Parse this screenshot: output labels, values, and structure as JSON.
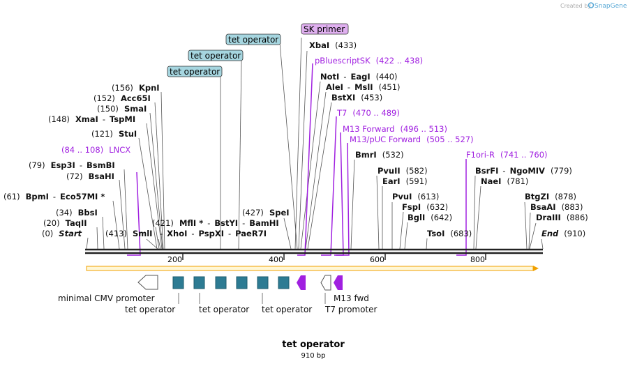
{
  "credit": {
    "text": "Created by",
    "brand": "SnapGene",
    "brand_color": "#5aa9d6"
  },
  "map": {
    "title": "tet operator",
    "length": "910 bp",
    "length_bp": 910,
    "scale_ticks": [
      "200",
      "400",
      "600",
      "800"
    ],
    "scale_tick_values": [
      200,
      400,
      600,
      800
    ]
  },
  "colors": {
    "feature_label_fill": "#a6d6e0",
    "primer_fill": "#e0b0f0",
    "primer_color": "#a020e0",
    "operator_box": "#2d7b93",
    "promoter_fill": "#ffffff",
    "backbone_stroke": "#f0a000",
    "backbone_fill": "#fff7d6"
  },
  "top_labels": {
    "tet_operator_1": "tet operator",
    "tet_operator_2": "tet operator",
    "tet_operator_3": "tet operator",
    "sk_primer": "SK primer"
  },
  "sites": [
    {
      "parts": [
        [
          "(156)",
          ""
        ],
        [
          "KpnI",
          "b"
        ]
      ]
    },
    {
      "parts": [
        [
          "(152)",
          ""
        ],
        [
          "Acc65I",
          "b"
        ]
      ]
    },
    {
      "parts": [
        [
          "(150)",
          ""
        ],
        [
          "SmaI",
          "b"
        ]
      ]
    },
    {
      "parts": [
        [
          "(148)",
          ""
        ],
        [
          "XmaI",
          "b"
        ],
        [
          "-",
          ""
        ],
        [
          "TspMI",
          "b"
        ]
      ]
    },
    {
      "parts": [
        [
          "(121)",
          ""
        ],
        [
          "StuI",
          "b"
        ]
      ]
    },
    {
      "parts": [
        [
          "(84 .. 108)",
          "p"
        ],
        [
          "LNCX",
          "p"
        ]
      ]
    },
    {
      "parts": [
        [
          "(79)",
          ""
        ],
        [
          "Esp3I",
          "b"
        ],
        [
          "-",
          ""
        ],
        [
          "BsmBI",
          "b"
        ]
      ]
    },
    {
      "parts": [
        [
          "(72)",
          ""
        ],
        [
          "BsaHI",
          "b"
        ]
      ]
    },
    {
      "parts": [
        [
          "(61)",
          ""
        ],
        [
          "BpmI",
          "b"
        ],
        [
          "-",
          ""
        ],
        [
          "Eco57MI *",
          "b"
        ]
      ]
    },
    {
      "parts": [
        [
          "(34)",
          ""
        ],
        [
          "BbsI",
          "b"
        ]
      ]
    },
    {
      "parts": [
        [
          "(20)",
          ""
        ],
        [
          "TaqII",
          "b"
        ]
      ]
    },
    {
      "parts": [
        [
          "(0)",
          ""
        ],
        [
          "Start",
          "bi"
        ]
      ]
    },
    {
      "parts": [
        [
          "(413)",
          ""
        ],
        [
          "SmlI",
          "b"
        ]
      ]
    },
    {
      "parts": [
        [
          "(421)",
          ""
        ],
        [
          "MflI *",
          "b"
        ],
        [
          "-",
          ""
        ],
        [
          "BstYI",
          "b"
        ],
        [
          "-",
          ""
        ],
        [
          "BamHI",
          "b"
        ]
      ]
    },
    {
      "parts": [
        [
          "-",
          ""
        ],
        [
          "XhoI",
          "b"
        ],
        [
          "-",
          ""
        ],
        [
          "PspXI",
          "b"
        ],
        [
          "-",
          ""
        ],
        [
          "PaeR7I",
          "b"
        ]
      ]
    },
    {
      "parts": [
        [
          "(427)",
          ""
        ],
        [
          "SpeI",
          "b"
        ]
      ]
    },
    {
      "parts": [
        [
          "XbaI",
          "b"
        ],
        [
          "(433)",
          ""
        ]
      ]
    },
    {
      "parts": [
        [
          "pBluescriptSK",
          "p"
        ],
        [
          "(422 .. 438)",
          "p"
        ]
      ]
    },
    {
      "parts": [
        [
          "NotI",
          "b"
        ],
        [
          "-",
          ""
        ],
        [
          "EagI",
          "b"
        ],
        [
          "(440)",
          ""
        ]
      ]
    },
    {
      "parts": [
        [
          "AleI",
          "b"
        ],
        [
          "-",
          ""
        ],
        [
          "MslI",
          "b"
        ],
        [
          "(451)",
          ""
        ]
      ]
    },
    {
      "parts": [
        [
          "BstXI",
          "b"
        ],
        [
          "(453)",
          ""
        ]
      ]
    },
    {
      "parts": [
        [
          "T7",
          "p"
        ],
        [
          "(470 .. 489)",
          "p"
        ]
      ]
    },
    {
      "parts": [
        [
          "M13 Forward",
          "p"
        ],
        [
          "(496 .. 513)",
          "p"
        ]
      ]
    },
    {
      "parts": [
        [
          "M13/pUC Forward",
          "p"
        ],
        [
          "(505 .. 527)",
          "p"
        ]
      ]
    },
    {
      "parts": [
        [
          "BmrI",
          "b"
        ],
        [
          "(532)",
          ""
        ]
      ]
    },
    {
      "parts": [
        [
          "PvuII",
          "b"
        ],
        [
          "(582)",
          ""
        ]
      ]
    },
    {
      "parts": [
        [
          "EarI",
          "b"
        ],
        [
          "(591)",
          ""
        ]
      ]
    },
    {
      "parts": [
        [
          "PvuI",
          "b"
        ],
        [
          "(613)",
          ""
        ]
      ]
    },
    {
      "parts": [
        [
          "FspI",
          "b"
        ],
        [
          "(632)",
          ""
        ]
      ]
    },
    {
      "parts": [
        [
          "BglI",
          "b"
        ],
        [
          "(642)",
          ""
        ]
      ]
    },
    {
      "parts": [
        [
          "TsoI",
          "b"
        ],
        [
          "(683)",
          ""
        ]
      ]
    },
    {
      "parts": [
        [
          "F1ori-R",
          "p"
        ],
        [
          "(741 .. 760)",
          "p"
        ]
      ]
    },
    {
      "parts": [
        [
          "BsrFI",
          "b"
        ],
        [
          "-",
          ""
        ],
        [
          "NgoMIV",
          "b"
        ],
        [
          "(779)",
          ""
        ]
      ]
    },
    {
      "parts": [
        [
          "NaeI",
          "b"
        ],
        [
          "(781)",
          ""
        ]
      ]
    },
    {
      "parts": [
        [
          "BtgZI",
          "b"
        ],
        [
          "(878)",
          ""
        ]
      ]
    },
    {
      "parts": [
        [
          "BsaAI",
          "b"
        ],
        [
          "(883)",
          ""
        ]
      ]
    },
    {
      "parts": [
        [
          "DraIII",
          "b"
        ],
        [
          "(886)",
          ""
        ]
      ]
    },
    {
      "parts": [
        [
          "End",
          "bi"
        ],
        [
          "(910)",
          ""
        ]
      ]
    }
  ],
  "features": {
    "minimal_cmv_promoter": "minimal CMV promoter",
    "tet_operator_a": "tet operator",
    "tet_operator_b": "tet operator",
    "tet_operator_c": "tet operator",
    "m13_fwd": "M13 fwd",
    "t7_promoter": "T7 promoter"
  }
}
